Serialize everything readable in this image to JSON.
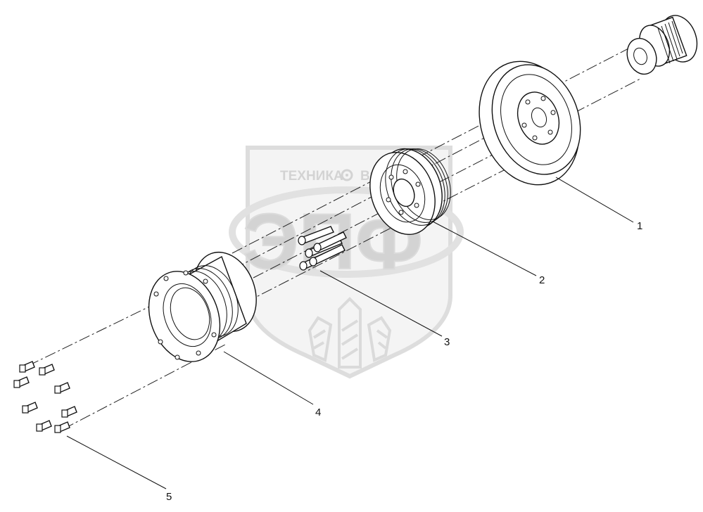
{
  "watermark": {
    "brand_text": "ТЕХНИКА",
    "brand_text_right": "ВОЙНА",
    "logo_letters": "ЭПФ"
  },
  "callouts": [
    {
      "id": "1",
      "label": "1"
    },
    {
      "id": "2",
      "label": "2"
    },
    {
      "id": "3",
      "label": "3"
    },
    {
      "id": "4",
      "label": "4"
    },
    {
      "id": "5",
      "label": "5"
    }
  ]
}
